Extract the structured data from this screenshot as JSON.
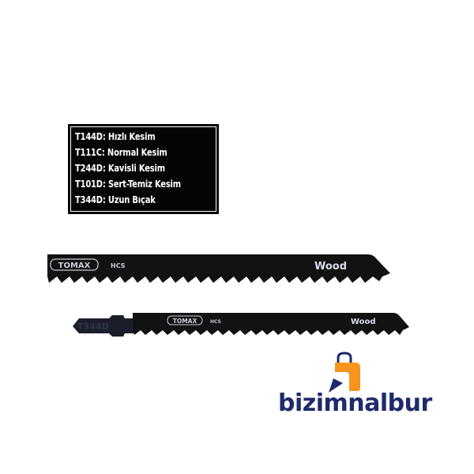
{
  "legend": {
    "items": [
      {
        "code": "T144D",
        "label": "Hızlı Kesim",
        "text": "T144D: Hızlı Kesim"
      },
      {
        "code": "T111C",
        "label": "Normal Kesim",
        "text": "T111C: Normal Kesim"
      },
      {
        "code": "T244D",
        "label": "Kavisli Kesim",
        "text": "T244D: Kavisli Kesim"
      },
      {
        "code": "T101D",
        "label": "Sert-Temiz Kesim",
        "text": "T101D: Sert-Temiz Kesim"
      },
      {
        "code": "T344D",
        "label": "Uzun Bıçak",
        "text": "T344D: Uzun Bıçak"
      }
    ]
  },
  "blades": [
    {
      "brand": "TOMAX",
      "material": "HCS",
      "application": "Wood"
    },
    {
      "brand": "TOMAX",
      "material": "HCS",
      "application": "Wood",
      "shank_code": "T344D"
    }
  ],
  "logo": {
    "text": "bizimnalbur",
    "colors": {
      "text": "#1f2a6b",
      "bag": "#f7941d",
      "pointer": "#1f2a6b"
    }
  },
  "colors": {
    "background": "#ffffff",
    "blade": "#121212",
    "blade_text": "#d8dbe8"
  }
}
